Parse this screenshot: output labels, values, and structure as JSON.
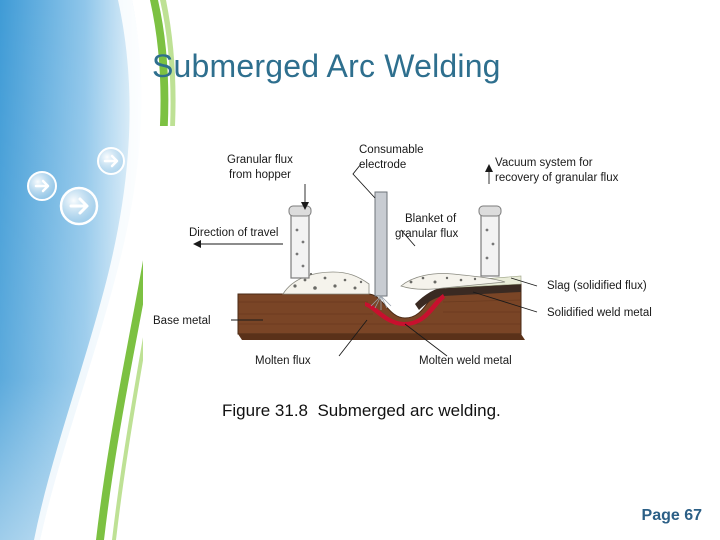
{
  "slide": {
    "title": "Submerged Arc Welding",
    "caption": "Figure 31.8  Submerged arc welding.",
    "page_number": "Page 67"
  },
  "theme": {
    "title_color": "#2e6f8e",
    "accent_green": "#7cc142",
    "accent_blue": "#2f8fcf",
    "page_number_color": "#2b5f86"
  },
  "decorations": {
    "arrow_icons": [
      "arrow-right-circle-icon",
      "arrow-right-circle-icon",
      "arrow-right-circle-icon"
    ]
  },
  "diagram": {
    "labels": {
      "granular_flux_hopper_1": "Granular flux",
      "granular_flux_hopper_2": "from hopper",
      "electrode_1": "Consumable",
      "electrode_2": "electrode",
      "vacuum_1": "Vacuum system for",
      "vacuum_2": "recovery of granular flux",
      "blanket_1": "Blanket of",
      "blanket_2": "granular flux",
      "direction": "Direction of travel",
      "slag": "Slag (solidified flux)",
      "base_metal": "Base metal",
      "solidified_weld": "Solidified weld metal",
      "molten_flux": "Molten flux",
      "molten_weld": "Molten weld metal"
    }
  }
}
